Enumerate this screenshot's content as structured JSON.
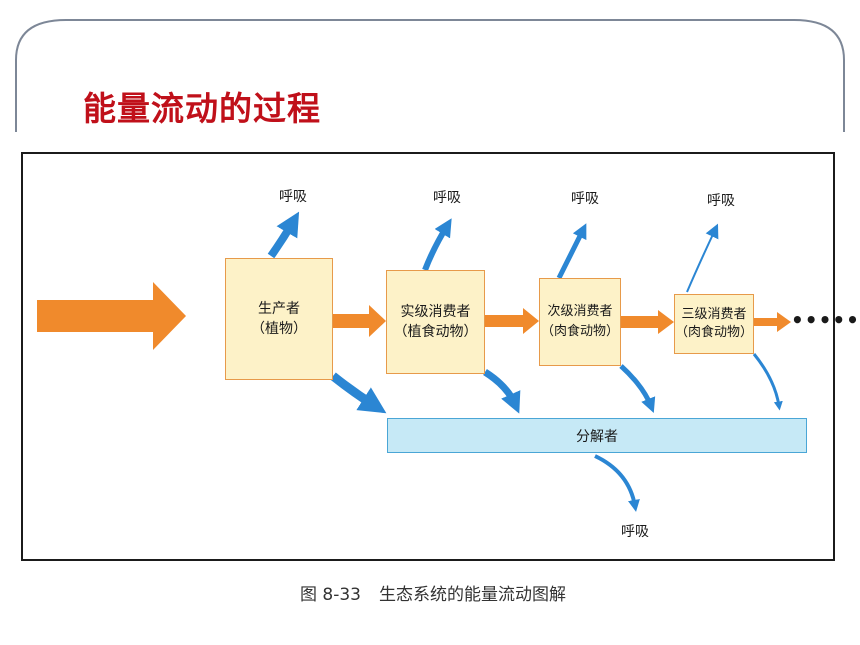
{
  "slide": {
    "title": "能量流动的过程"
  },
  "diagram": {
    "nodes": [
      {
        "id": "producer",
        "name": "生产者",
        "sub": "（植物）"
      },
      {
        "id": "primary",
        "name": "实级消费者",
        "sub": "（植食动物）"
      },
      {
        "id": "secondary",
        "name": "次级消费者",
        "sub": "（肉食动物）"
      },
      {
        "id": "tertiary",
        "name": "三级消费者",
        "sub": "（肉食动物）"
      }
    ],
    "decomposer": "分解者",
    "respiration": "呼吸",
    "continuation": "••••••"
  },
  "caption": {
    "figure_no": "图 8-33",
    "text": "生态系统的能量流动图解"
  },
  "colors": {
    "title": "#c0101a",
    "energy_arrow": "#f08a2c",
    "flow_arrow": "#2b86d3",
    "node_fill": "#fdf2c8",
    "decomposer_fill": "#c6e9f6"
  }
}
